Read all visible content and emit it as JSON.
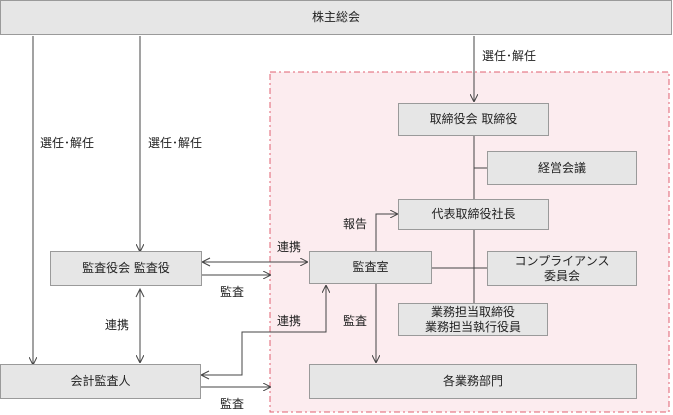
{
  "boxes": {
    "shareholders": "株主総会",
    "board": "取締役会 取締役",
    "management_council": "経営会議",
    "president": "代表取締役社長",
    "audit_board": "監査役会 監査役",
    "audit_office": "監査室",
    "compliance_l1": "コンプライアンス",
    "compliance_l2": "委員会",
    "exec_l1": "業務担当取締役",
    "exec_l2": "業務担当執行役員",
    "accounting_auditor": "会計監査人",
    "departments": "各業務部門"
  },
  "labels": {
    "elect_dismiss_top": "選任･解任",
    "elect_dismiss_left1": "選任･解任",
    "elect_dismiss_left2": "選任･解任",
    "report": "報告",
    "cooperation_1": "連携",
    "cooperation_2": "連携",
    "cooperation_3": "連携",
    "audit_1": "監査",
    "audit_2": "監査",
    "audit_3": "監査"
  },
  "colors": {
    "box_fill": "#e6e6e6",
    "box_border": "#9a9a9a",
    "dashed_region_fill": "#fcecef",
    "dashed_region_border": "#e06070",
    "line": "#444444"
  }
}
